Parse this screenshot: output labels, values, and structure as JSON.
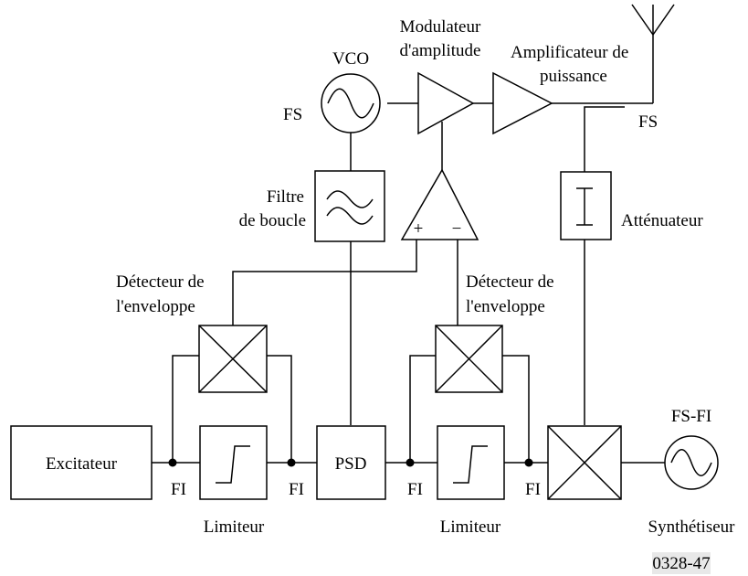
{
  "labels": {
    "vco": "VCO",
    "fs_vco": "FS",
    "modulateur_1": "Modulateur",
    "modulateur_2": "d'amplitude",
    "ampli_1": "Amplificateur de",
    "ampli_2": "puissance",
    "fs_antenna": "FS",
    "filtre_1": "Filtre",
    "filtre_2": "de boucle",
    "plus": "+",
    "minus": "−",
    "attenuateur": "Atténuateur",
    "det_left_1": "Détecteur de",
    "det_left_2": "l'enveloppe",
    "det_right_1": "Détecteur de",
    "det_right_2": "l'enveloppe",
    "excitateur": "Excitateur",
    "psd": "PSD",
    "fi_1": "FI",
    "fi_2": "FI",
    "fi_3": "FI",
    "fi_4": "FI",
    "limiteur_left": "Limiteur",
    "limiteur_right": "Limiteur",
    "fsfi": "FS-FI",
    "synth": "Synthétiseur",
    "ref": "0328-47"
  }
}
